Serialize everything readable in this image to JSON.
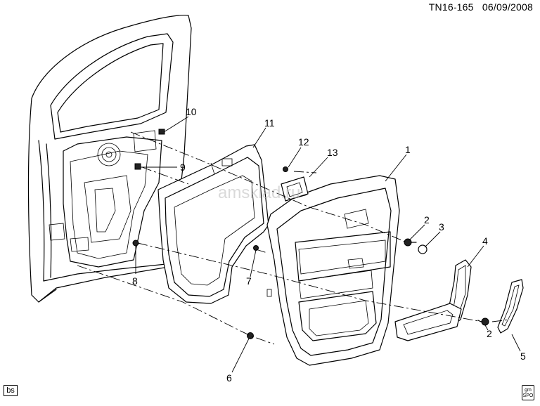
{
  "header": {
    "diagram_id": "TN16-165",
    "date": "06/09/2008"
  },
  "watermark": "amsklad.ru",
  "footer": {
    "left_badge": "bs",
    "logo_text": "gm\nSPO"
  },
  "callouts": [
    "10",
    "11",
    "12",
    "13",
    "1",
    "9",
    "2",
    "3",
    "4",
    "8",
    "7",
    "2",
    "6",
    "5"
  ]
}
